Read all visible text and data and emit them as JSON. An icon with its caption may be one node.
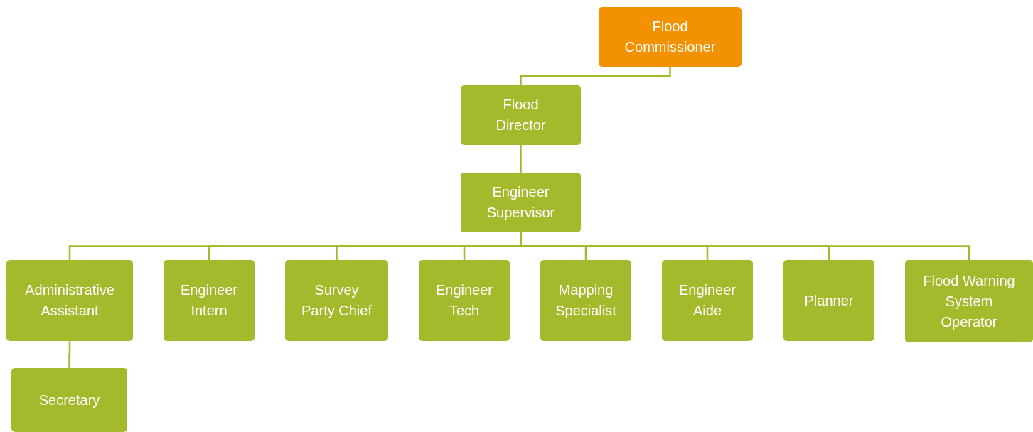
{
  "diagram": {
    "nodes": [
      {
        "text": [
          "Flood Commissioner"
        ]
      },
      {
        "text": [
          "Flood Director"
        ]
      },
      {
        "text": [
          "Engineer Supervisor"
        ]
      },
      {
        "text": [
          "Administrative Assistant"
        ]
      },
      {
        "text": [
          "Engineer Intern"
        ]
      },
      {
        "text": [
          "Survey Party Chief"
        ]
      },
      {
        "text": [
          "Engineer Tech"
        ]
      },
      {
        "text": [
          "Mapping Specialist"
        ]
      },
      {
        "text": [
          "Engineer Aide"
        ]
      },
      {
        "text": [
          "Planner"
        ]
      },
      {
        "text": [
          "Flood Warning System Operator"
        ]
      },
      {
        "text": [
          "Secretary"
        ]
      }
    ],
    "edges": [
      {
        "from": 0,
        "to": 1,
        "arrow": "none"
      },
      {
        "from": 1,
        "to": 2,
        "arrow": "none"
      },
      {
        "from": 2,
        "to": 3,
        "arrow": "none"
      },
      {
        "from": 2,
        "to": 4,
        "arrow": "none"
      },
      {
        "from": 2,
        "to": 5,
        "arrow": "none"
      },
      {
        "from": 2,
        "to": 6,
        "arrow": "none"
      },
      {
        "from": 2,
        "to": 7,
        "arrow": "none"
      },
      {
        "from": 2,
        "to": 8,
        "arrow": "none"
      },
      {
        "from": 2,
        "to": 9,
        "arrow": "none"
      },
      {
        "from": 2,
        "to": 10,
        "arrow": "none"
      },
      {
        "from": 3,
        "to": 11,
        "arrow": "none"
      }
    ]
  }
}
